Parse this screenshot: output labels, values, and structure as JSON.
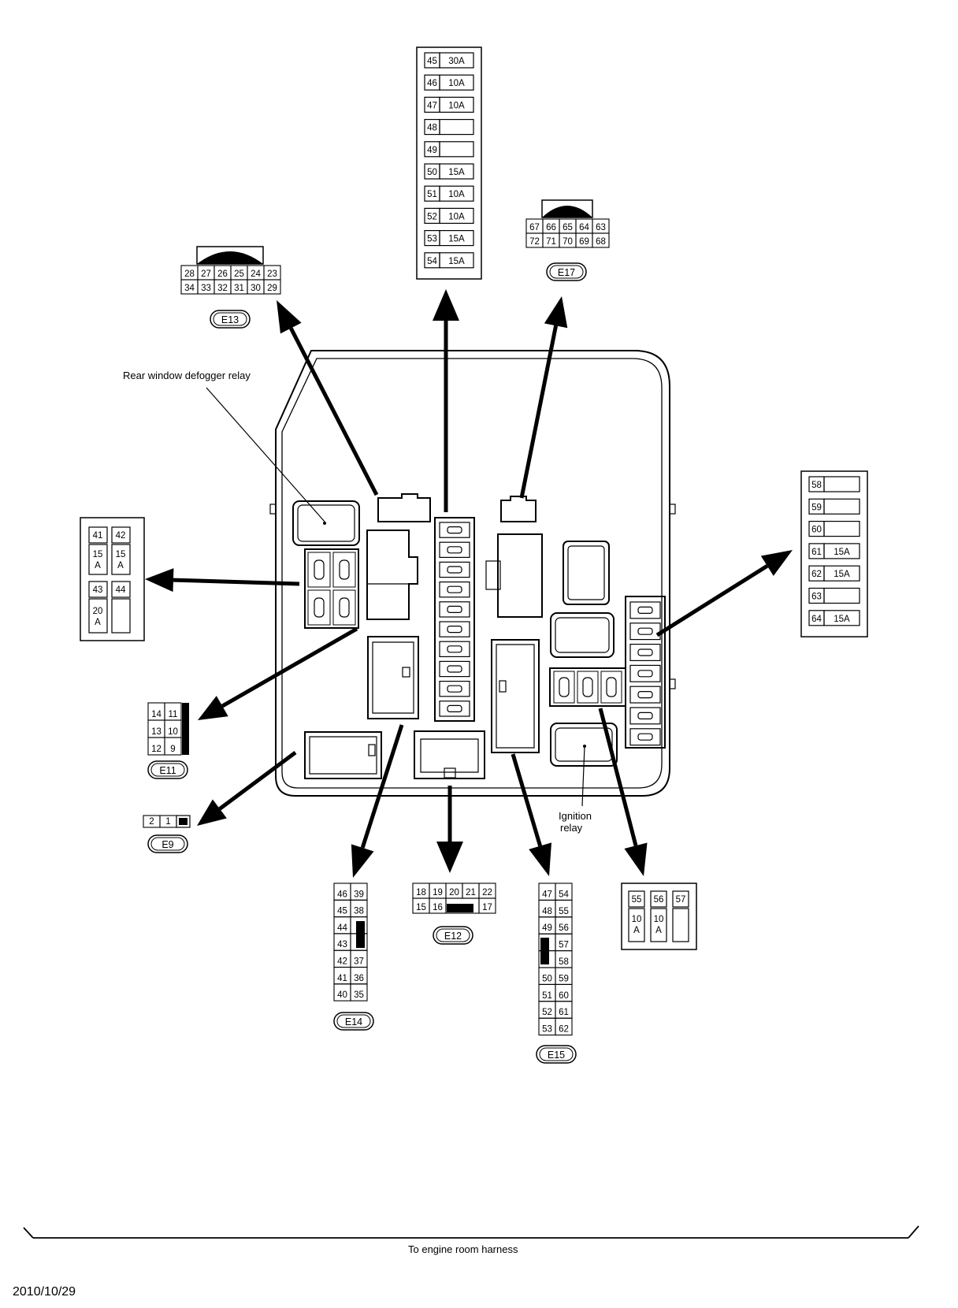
{
  "labels": {
    "rear_defogger_relay": "Rear window defogger relay",
    "ignition_relay_line1": "Ignition",
    "ignition_relay_line2": "relay",
    "harness": "To engine room harness",
    "date": "2010/10/29"
  },
  "fuse_top": [
    {
      "num": "45",
      "amp": "30A"
    },
    {
      "num": "46",
      "amp": "10A"
    },
    {
      "num": "47",
      "amp": "10A"
    },
    {
      "num": "48",
      "amp": ""
    },
    {
      "num": "49",
      "amp": ""
    },
    {
      "num": "50",
      "amp": "15A"
    },
    {
      "num": "51",
      "amp": "10A"
    },
    {
      "num": "52",
      "amp": "10A"
    },
    {
      "num": "53",
      "amp": "15A"
    },
    {
      "num": "54",
      "amp": "15A"
    }
  ],
  "fuse_right": [
    {
      "num": "58",
      "amp": ""
    },
    {
      "num": "59",
      "amp": ""
    },
    {
      "num": "60",
      "amp": ""
    },
    {
      "num": "61",
      "amp": "15A"
    },
    {
      "num": "62",
      "amp": "15A"
    },
    {
      "num": "63",
      "amp": ""
    },
    {
      "num": "64",
      "amp": "15A"
    }
  ],
  "fuse_left": {
    "top_nums": [
      "41",
      "42"
    ],
    "top_amps": [
      [
        "15",
        "A"
      ],
      [
        "15",
        "A"
      ]
    ],
    "bottom_nums": [
      "43",
      "44"
    ],
    "bottom_amps": [
      [
        "20",
        "A"
      ],
      [
        "",
        ""
      ]
    ]
  },
  "fuse_bottom_right": {
    "nums": [
      "55",
      "56",
      "57"
    ],
    "amps": [
      [
        "10",
        "A"
      ],
      [
        "10",
        "A"
      ],
      [
        "",
        ""
      ]
    ]
  },
  "connectors": {
    "E13": {
      "name": "E13",
      "row1": [
        "28",
        "27",
        "26",
        "25",
        "24",
        "23"
      ],
      "row2": [
        "34",
        "33",
        "32",
        "31",
        "30",
        "29"
      ]
    },
    "E17": {
      "name": "E17",
      "row1": [
        "67",
        "66",
        "65",
        "64",
        "63"
      ],
      "row2": [
        "72",
        "71",
        "70",
        "69",
        "68"
      ]
    },
    "E11": {
      "name": "E11",
      "rows": [
        [
          "14",
          "11"
        ],
        [
          "13",
          "10"
        ],
        [
          "12",
          "9"
        ]
      ]
    },
    "E9": {
      "name": "E9",
      "pins": [
        "2",
        "1"
      ]
    },
    "E12": {
      "name": "E12",
      "row1": [
        "18",
        "19",
        "20",
        "21",
        "22"
      ],
      "row2": [
        "15",
        "16",
        "17"
      ]
    },
    "E14": {
      "name": "E14",
      "left": [
        "46",
        "45",
        "44",
        "43",
        "42",
        "41",
        "40"
      ],
      "right": [
        "39",
        "38",
        "",
        "",
        "37",
        "36",
        "35"
      ]
    },
    "E15": {
      "name": "E15",
      "left": [
        "47",
        "48",
        "49",
        "",
        "",
        "50",
        "51",
        "52",
        "53"
      ],
      "right": [
        "54",
        "55",
        "56",
        "57",
        "58",
        "59",
        "60",
        "61",
        "62"
      ]
    }
  }
}
